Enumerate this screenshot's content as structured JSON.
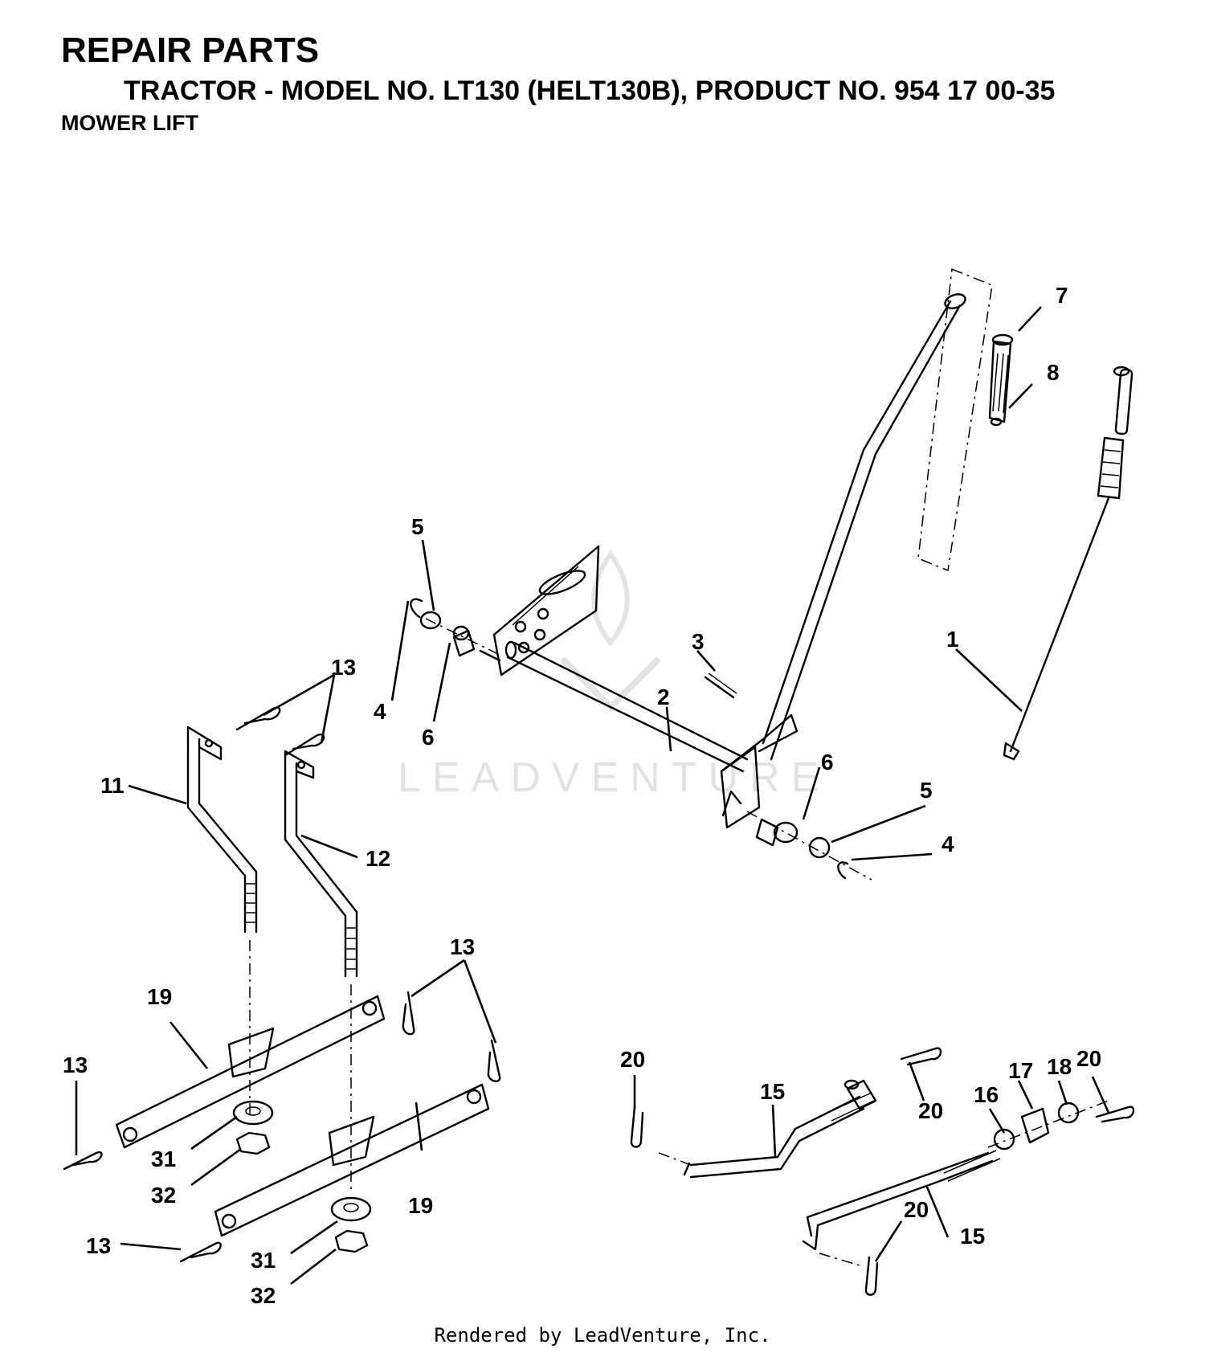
{
  "header": {
    "title": "REPAIR PARTS",
    "subtitle": "TRACTOR - MODEL NO. LT130 (HELT130B), PRODUCT NO. 954 17 00-35",
    "section": "MOWER LIFT"
  },
  "watermark": {
    "text": "LEADVENTURE"
  },
  "callouts": {
    "c1": "1",
    "c2": "2",
    "c3": "3",
    "c4a": "4",
    "c4b": "4",
    "c5a": "5",
    "c5b": "5",
    "c6a": "6",
    "c6b": "6",
    "c7": "7",
    "c8": "8",
    "c11": "11",
    "c12": "12",
    "c13a": "13",
    "c13b": "13",
    "c13c": "13",
    "c13d": "13",
    "c15a": "15",
    "c15b": "15",
    "c16": "16",
    "c17": "17",
    "c18": "18",
    "c19a": "19",
    "c19b": "19",
    "c20a": "20",
    "c20b": "20",
    "c20c": "20",
    "c20d": "20",
    "c31a": "31",
    "c31b": "31",
    "c32a": "32",
    "c32b": "32"
  },
  "footer": {
    "text": "Rendered by LeadVenture, Inc."
  }
}
